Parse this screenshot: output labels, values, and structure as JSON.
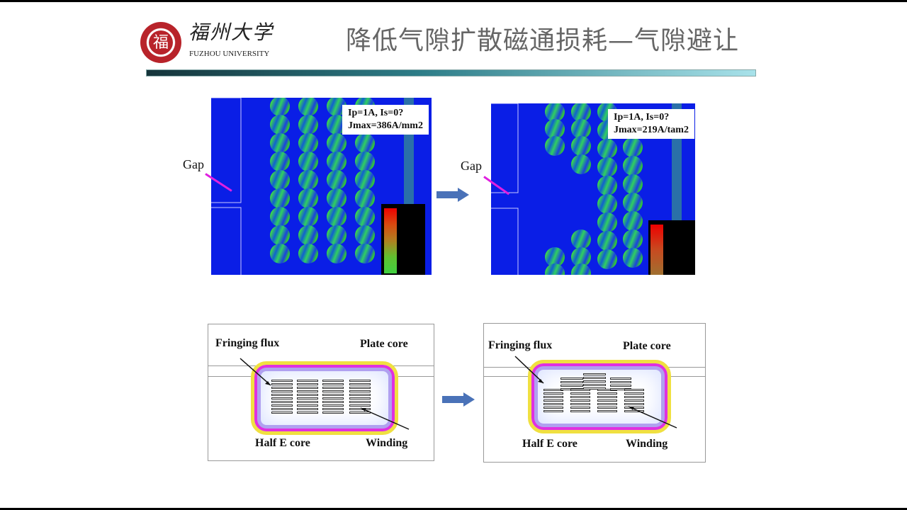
{
  "header": {
    "logo_cn": "福州大学",
    "logo_seal_char": "福",
    "logo_en": "FUZHOU UNIVERSITY",
    "title": "降低气隙扩散磁通损耗—气隙避让"
  },
  "simulations": [
    {
      "label_line1": "Ip=1A, Is=0?",
      "label_line2": "Jmax=386A/mm2",
      "gap_label": "Gap"
    },
    {
      "label_line1": "Ip=1A, Is=0?",
      "label_line2": "Jmax=219A/tam2",
      "gap_label": "Gap"
    }
  ],
  "diagrams": [
    {
      "fringing": "Fringing flux",
      "plate": "Plate core",
      "half_e": "Half E core",
      "winding": "Winding"
    },
    {
      "fringing": "Fringing flux",
      "plate": "Plate core",
      "half_e": "Half E core",
      "winding": "Winding"
    }
  ],
  "colors": {
    "field_bg": "#0a1ee6",
    "arrow": "#4a72b8",
    "gap_line": "#e020e0"
  }
}
